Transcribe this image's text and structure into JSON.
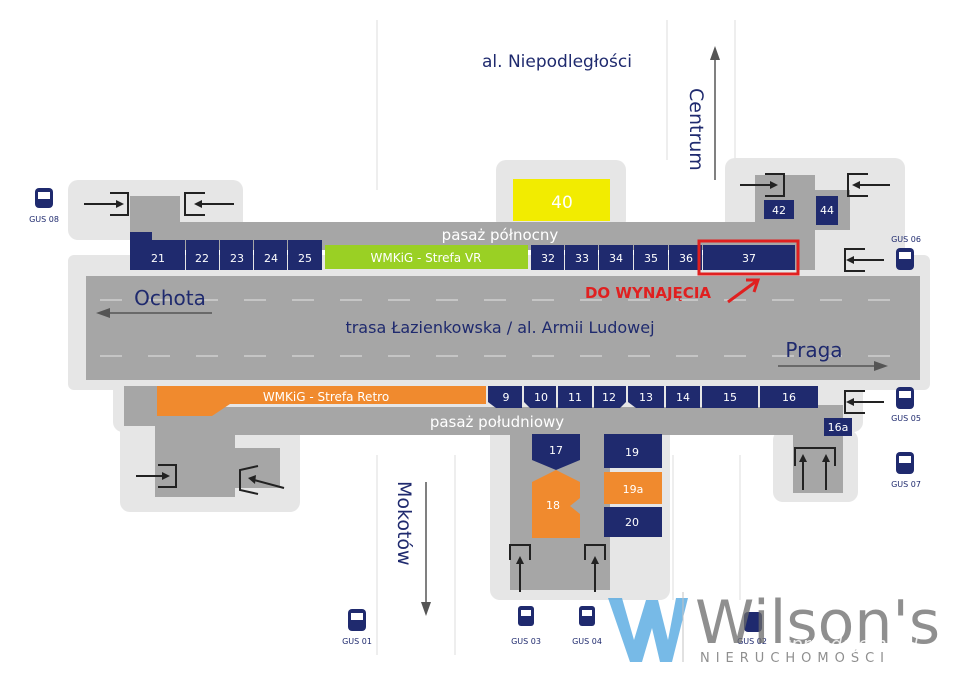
{
  "map": {
    "streets": {
      "north": "al. Niepodległości",
      "centrum": "Centrum",
      "mokotow": "Mokotów",
      "ochota": "Ochota",
      "praga": "Praga",
      "main_road": "trasa Łazienkowska / al. Armii Ludowej"
    },
    "passages": {
      "north": "pasaż północny",
      "south": "pasaż południowy"
    },
    "zones": {
      "vr": "WMKiG - Strefa VR",
      "retro": "WMKiG - Strefa Retro"
    },
    "units_north": [
      "21",
      "22",
      "23",
      "24",
      "25",
      "32",
      "33",
      "34",
      "35",
      "36",
      "37"
    ],
    "units_north_extra": [
      "40",
      "42",
      "44"
    ],
    "units_south": [
      "9",
      "10",
      "11",
      "12",
      "13",
      "14",
      "15",
      "16",
      "16a"
    ],
    "units_south_block": [
      "17",
      "18",
      "19",
      "19a",
      "20"
    ],
    "callout": "DO WYNAJĘCIA",
    "bus_stops": [
      "GUS 08",
      "GUS 06",
      "GUS 05",
      "GUS 07",
      "GUS 01",
      "GUS 03",
      "GUS 04",
      "GUS 02"
    ],
    "brand": {
      "name": "Wilson's",
      "tagline": "NIERUCHOMOŚCI",
      "watermark": "sprzedajemy.pl"
    },
    "colors": {
      "navy": "#1f2a6e",
      "gray": "#a6a6a6",
      "light_gray": "#e6e6e6",
      "yellow": "#f2ec00",
      "green": "#9ad024",
      "orange": "#f08a2e",
      "red": "#e02020"
    }
  }
}
